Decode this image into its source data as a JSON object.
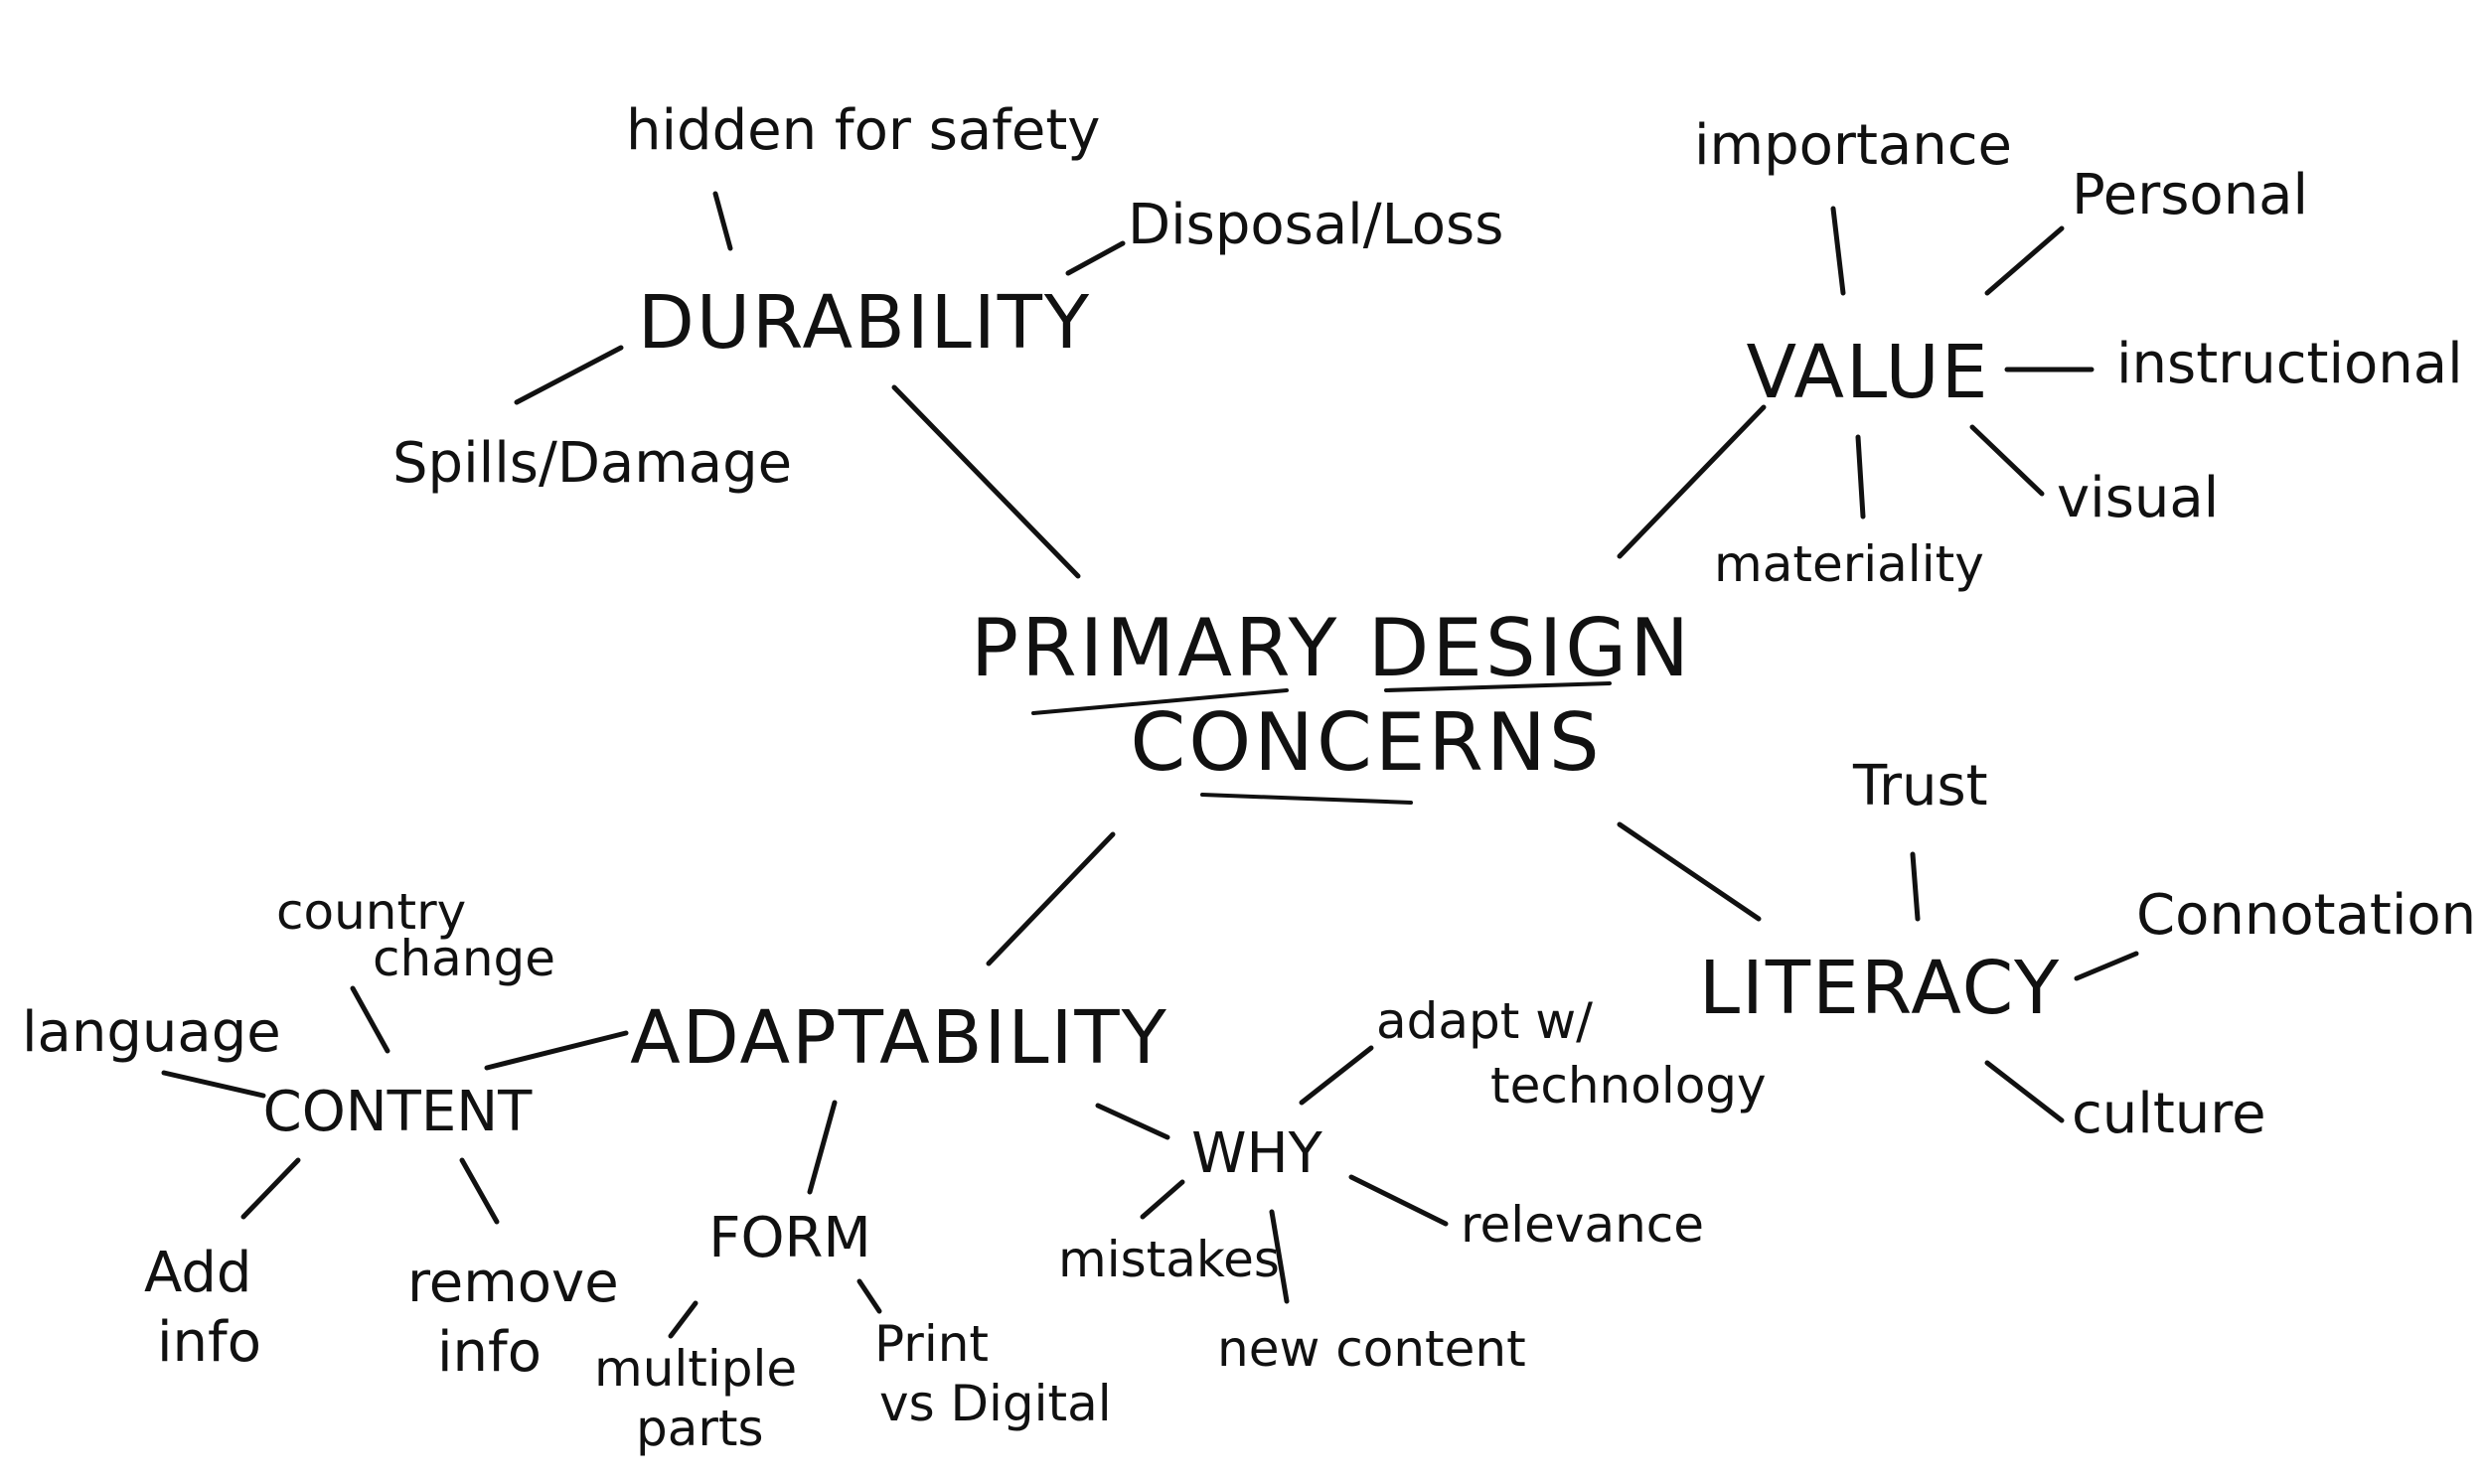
{
  "center": {
    "line1": "PRIMARY DESIGN",
    "line2": "CONCERNS"
  },
  "durability": {
    "label": "DURABILITY",
    "hidden_safety": "hidden for safety",
    "disposal_loss": "Disposal/Loss",
    "spills_damage": "Spills/Damage"
  },
  "value": {
    "label": "VALUE",
    "importance": "importance",
    "personal": "Personal",
    "instructional": "instructional",
    "visual": "visual",
    "materiality": "materiality"
  },
  "literacy": {
    "label": "LITERACY",
    "trust": "Trust",
    "connotation": "Connotation",
    "culture": "culture"
  },
  "adaptability": {
    "label": "ADAPTABILITY",
    "content": {
      "label": "CONTENT",
      "country_change": [
        "country",
        "change"
      ],
      "language": "language",
      "add_info": [
        "Add",
        "info"
      ],
      "remove_info": [
        "remove",
        "info"
      ]
    },
    "form": {
      "label": "FORM",
      "multiple_parts": [
        "multiple",
        "parts"
      ],
      "print_vs_digital": [
        "Print",
        "vs Digital"
      ]
    },
    "why": {
      "label": "WHY",
      "adapt_technology": [
        "adapt w/",
        "technology"
      ],
      "relevance": "relevance",
      "mistakes": "mistakes",
      "new_content": "new content"
    }
  },
  "colors": {
    "ink": "#111111",
    "paper": "#ffffff"
  }
}
